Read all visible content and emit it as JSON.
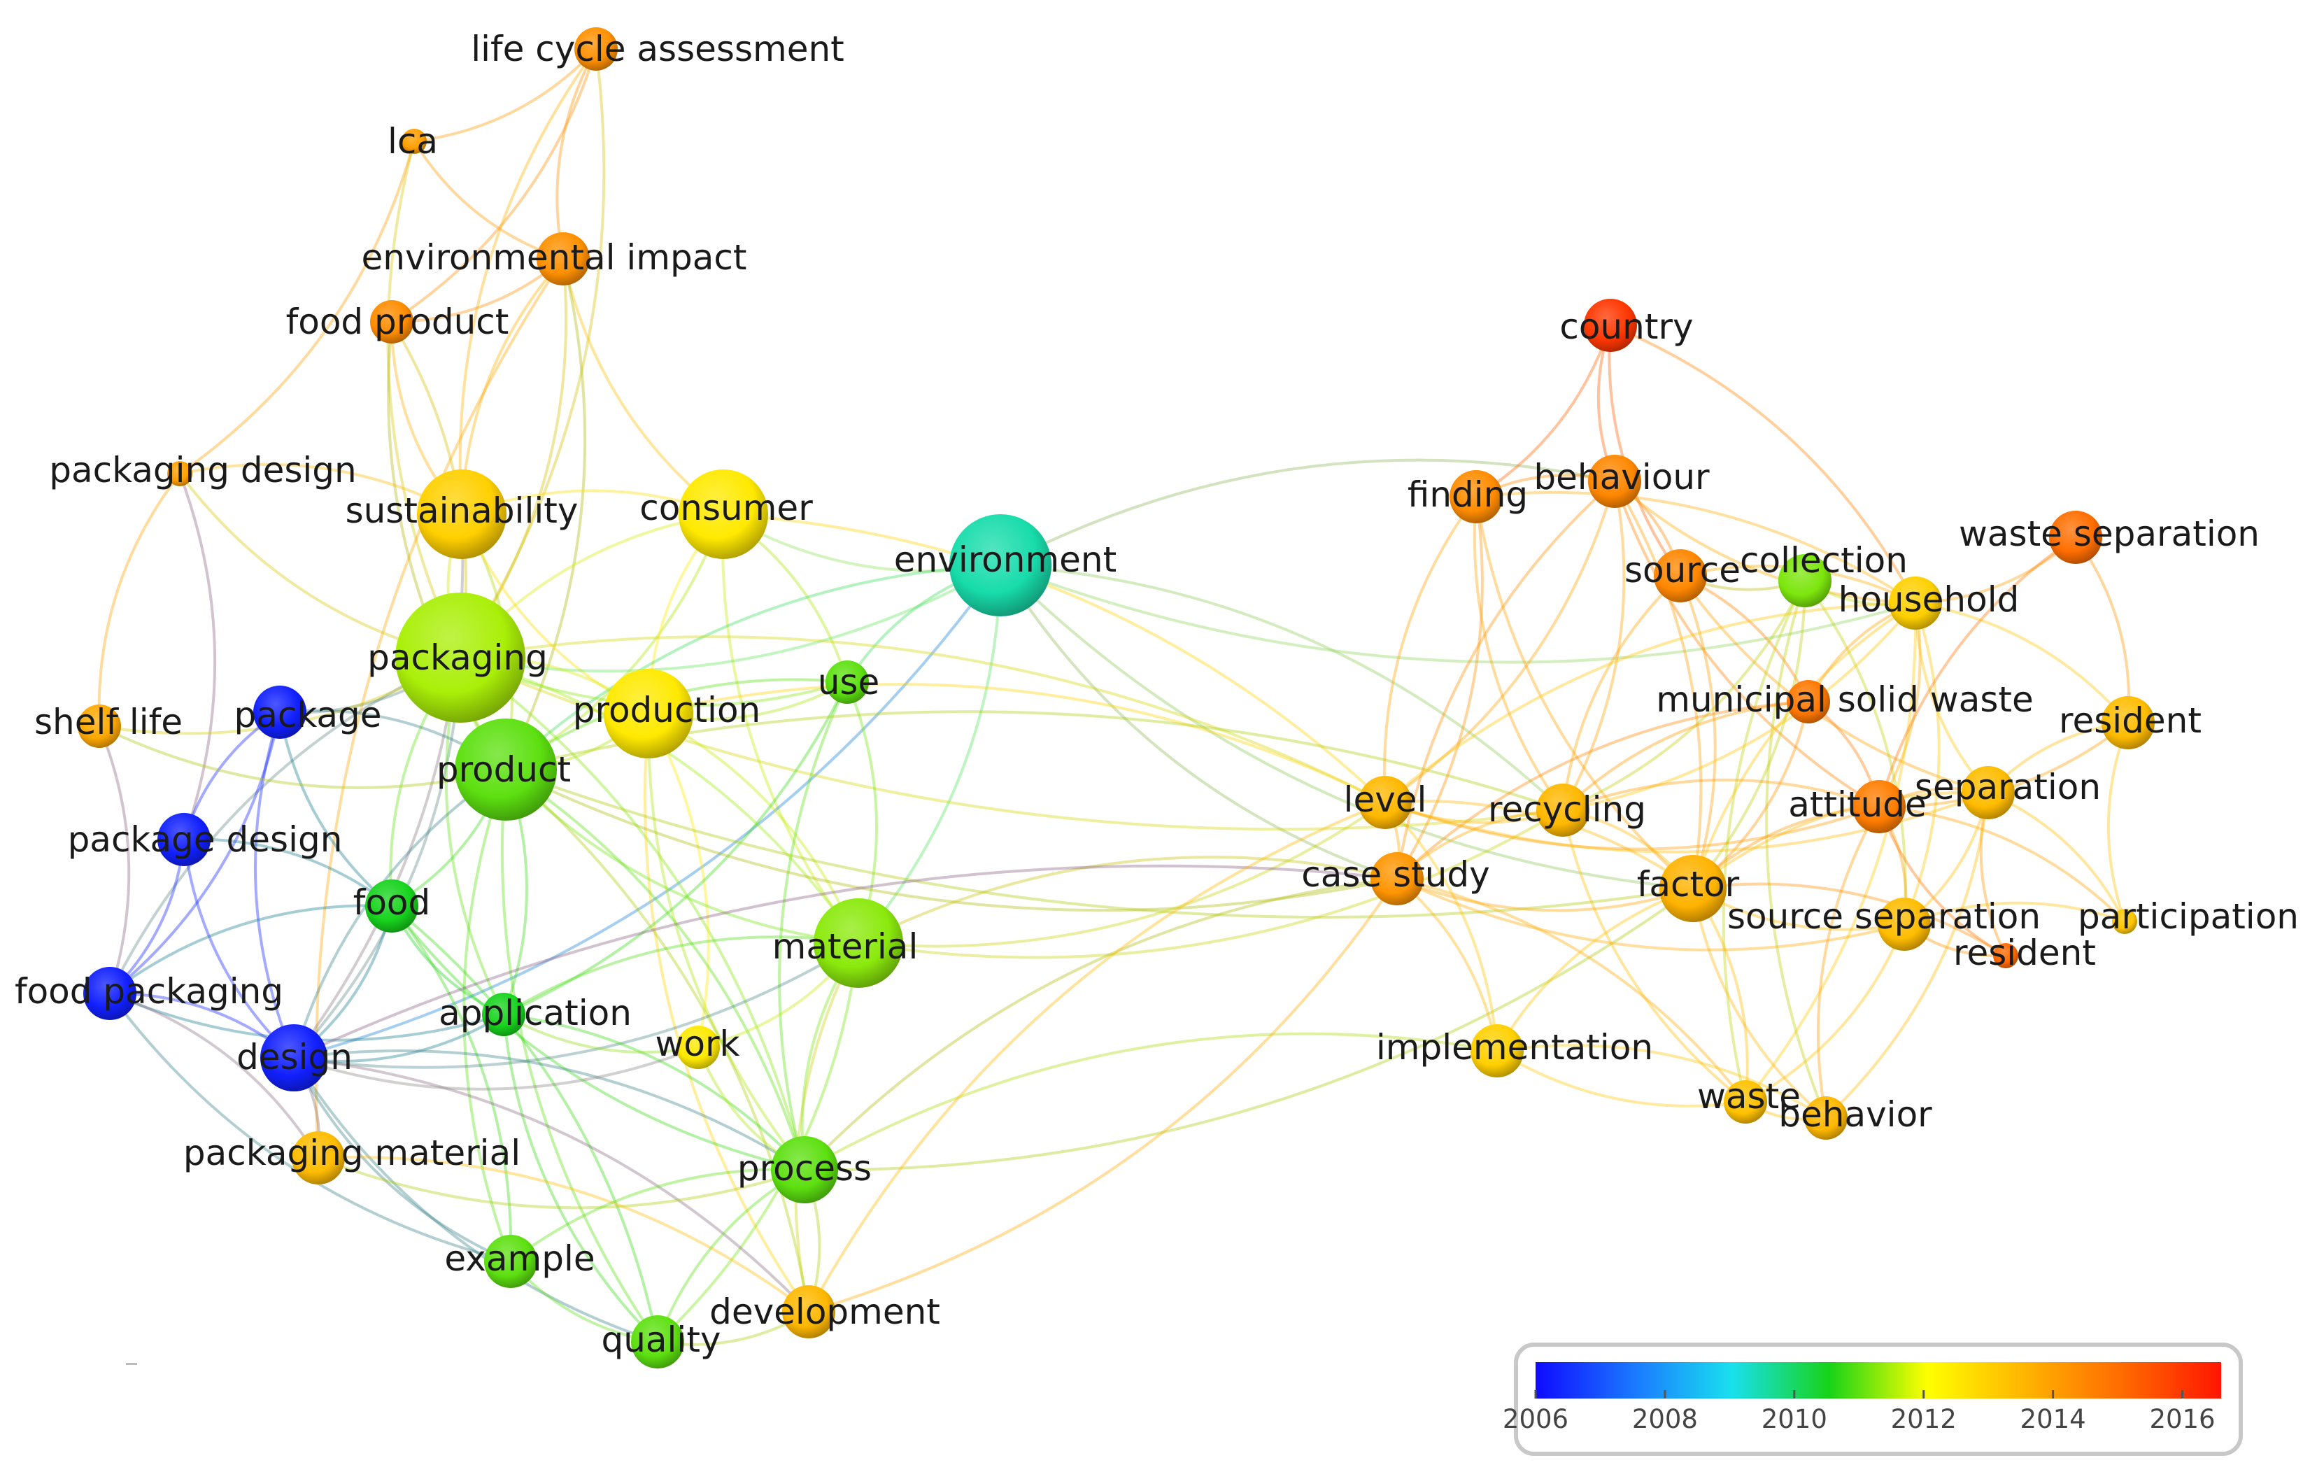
{
  "chart_data": {
    "type": "network",
    "nodes": [
      {
        "id": "life-cycle-assessment",
        "label": "life cycle assessment",
        "year": 2014.3,
        "weight": 3
      },
      {
        "id": "lca",
        "label": "lca",
        "year": 2014,
        "weight": 2
      },
      {
        "id": "environmental-impact",
        "label": "environmental impact",
        "year": 2014.3,
        "weight": 4
      },
      {
        "id": "food-product",
        "label": "food product",
        "year": 2014.4,
        "weight": 3
      },
      {
        "id": "packaging-design",
        "label": "packaging design",
        "year": 2014,
        "weight": 2
      },
      {
        "id": "sustainability",
        "label": "sustainability",
        "year": 2013,
        "weight": 6
      },
      {
        "id": "consumer",
        "label": "consumer",
        "year": 2012.5,
        "weight": 6
      },
      {
        "id": "environment",
        "label": "environment",
        "year": 2009.5,
        "weight": 7
      },
      {
        "id": "packaging",
        "label": "packaging",
        "year": 2011.5,
        "weight": 9
      },
      {
        "id": "package",
        "label": "package",
        "year": 2006.3,
        "weight": 4
      },
      {
        "id": "shelf-life",
        "label": "shelf life",
        "year": 2013.8,
        "weight": 3
      },
      {
        "id": "production",
        "label": "production",
        "year": 2012.5,
        "weight": 6
      },
      {
        "id": "use",
        "label": "use",
        "year": 2011,
        "weight": 3
      },
      {
        "id": "product",
        "label": "product",
        "year": 2011,
        "weight": 7
      },
      {
        "id": "package-design",
        "label": "package design",
        "year": 2006.3,
        "weight": 4
      },
      {
        "id": "food",
        "label": "food",
        "year": 2010.5,
        "weight": 4
      },
      {
        "id": "material",
        "label": "material",
        "year": 2011.3,
        "weight": 6
      },
      {
        "id": "food-packaging",
        "label": "food packaging",
        "year": 2006.3,
        "weight": 4
      },
      {
        "id": "application",
        "label": "application",
        "year": 2010.5,
        "weight": 3
      },
      {
        "id": "work",
        "label": "work",
        "year": 2012.5,
        "weight": 3
      },
      {
        "id": "design",
        "label": "design",
        "year": 2006.3,
        "weight": 5
      },
      {
        "id": "packaging-material",
        "label": "packaging material",
        "year": 2013.4,
        "weight": 4
      },
      {
        "id": "process",
        "label": "process",
        "year": 2011,
        "weight": 5
      },
      {
        "id": "example",
        "label": "example",
        "year": 2011,
        "weight": 4
      },
      {
        "id": "development",
        "label": "development",
        "year": 2013.5,
        "weight": 4
      },
      {
        "id": "quality",
        "label": "quality",
        "year": 2011,
        "weight": 4
      },
      {
        "id": "country",
        "label": "country",
        "year": 2016,
        "weight": 4
      },
      {
        "id": "finding",
        "label": "finding",
        "year": 2014.4,
        "weight": 4
      },
      {
        "id": "behaviour",
        "label": "behaviour",
        "year": 2014.5,
        "weight": 4
      },
      {
        "id": "source",
        "label": "source",
        "year": 2014.5,
        "weight": 4
      },
      {
        "id": "collection",
        "label": "collection",
        "year": 2011.2,
        "weight": 4
      },
      {
        "id": "household",
        "label": "household",
        "year": 2013,
        "weight": 4
      },
      {
        "id": "waste-separation",
        "label": "waste separation",
        "year": 2015,
        "weight": 4
      },
      {
        "id": "municipal-solid-waste",
        "label": "municipal solid waste",
        "year": 2014.8,
        "weight": 3
      },
      {
        "id": "resident-1",
        "label": "resident",
        "year": 2013.4,
        "weight": 4
      },
      {
        "id": "level",
        "label": "level",
        "year": 2013.5,
        "weight": 4
      },
      {
        "id": "recycling",
        "label": "recycling",
        "year": 2013.5,
        "weight": 4
      },
      {
        "id": "attitude",
        "label": "attitude",
        "year": 2014.7,
        "weight": 4
      },
      {
        "id": "separation",
        "label": "separation",
        "year": 2013.4,
        "weight": 4
      },
      {
        "id": "case-study",
        "label": "case study",
        "year": 2014.2,
        "weight": 4
      },
      {
        "id": "factor",
        "label": "factor",
        "year": 2013.6,
        "weight": 5
      },
      {
        "id": "source-separation",
        "label": "source separation",
        "year": 2013.4,
        "weight": 4
      },
      {
        "id": "participation",
        "label": "participation",
        "year": 2013.2,
        "weight": 2
      },
      {
        "id": "resident-2",
        "label": "resident",
        "year": 2015.1,
        "weight": 2
      },
      {
        "id": "implementation",
        "label": "implementation",
        "year": 2013,
        "weight": 4
      },
      {
        "id": "waste",
        "label": "waste",
        "year": 2013.3,
        "weight": 3
      },
      {
        "id": "behavior",
        "label": "behavior",
        "year": 2013.5,
        "weight": 3
      }
    ],
    "links": [
      [
        "lca",
        "life-cycle-assessment"
      ],
      [
        "environmental-impact",
        "life-cycle-assessment"
      ],
      [
        "food-product",
        "life-cycle-assessment"
      ],
      [
        "sustainability",
        "life-cycle-assessment"
      ],
      [
        "packaging",
        "life-cycle-assessment"
      ],
      [
        "packaging",
        "lca"
      ],
      [
        "lca",
        "environmental-impact"
      ],
      [
        "lca",
        "packaging-design"
      ],
      [
        "food-product",
        "environmental-impact"
      ],
      [
        "sustainability",
        "environmental-impact"
      ],
      [
        "packaging",
        "environmental-impact"
      ],
      [
        "consumer",
        "environmental-impact"
      ],
      [
        "product",
        "environmental-impact"
      ],
      [
        "packaging-material",
        "environmental-impact"
      ],
      [
        "food-product",
        "sustainability"
      ],
      [
        "food-product",
        "packaging"
      ],
      [
        "food-product",
        "product"
      ],
      [
        "packaging-design",
        "package-design"
      ],
      [
        "packaging-design",
        "shelf-life"
      ],
      [
        "packaging-design",
        "sustainability"
      ],
      [
        "packaging-design",
        "packaging"
      ],
      [
        "sustainability",
        "consumer"
      ],
      [
        "sustainability",
        "packaging"
      ],
      [
        "sustainability",
        "product"
      ],
      [
        "sustainability",
        "production"
      ],
      [
        "sustainability",
        "design"
      ],
      [
        "consumer",
        "packaging"
      ],
      [
        "consumer",
        "product"
      ],
      [
        "consumer",
        "production"
      ],
      [
        "consumer",
        "use"
      ],
      [
        "consumer",
        "environment"
      ],
      [
        "consumer",
        "level"
      ],
      [
        "consumer",
        "material"
      ],
      [
        "environment",
        "packaging"
      ],
      [
        "environment",
        "product"
      ],
      [
        "environment",
        "design"
      ],
      [
        "environment",
        "case-study"
      ],
      [
        "environment",
        "recycling"
      ],
      [
        "environment",
        "factor"
      ],
      [
        "environment",
        "behaviour"
      ],
      [
        "environment",
        "household"
      ],
      [
        "environment",
        "material"
      ],
      [
        "environment",
        "use"
      ],
      [
        "packaging",
        "package"
      ],
      [
        "packaging",
        "product"
      ],
      [
        "packaging",
        "production"
      ],
      [
        "packaging",
        "use"
      ],
      [
        "packaging",
        "material"
      ],
      [
        "packaging",
        "food"
      ],
      [
        "packaging",
        "design"
      ],
      [
        "packaging",
        "food-packaging"
      ],
      [
        "packaging",
        "process"
      ],
      [
        "packaging",
        "application"
      ],
      [
        "packaging",
        "shelf-life"
      ],
      [
        "packaging",
        "recycling"
      ],
      [
        "packaging",
        "level"
      ],
      [
        "package",
        "package-design"
      ],
      [
        "package",
        "food-packaging"
      ],
      [
        "package",
        "design"
      ],
      [
        "package",
        "product"
      ],
      [
        "package",
        "food"
      ],
      [
        "shelf-life",
        "food-packaging"
      ],
      [
        "shelf-life",
        "product"
      ],
      [
        "production",
        "product"
      ],
      [
        "production",
        "use"
      ],
      [
        "production",
        "material"
      ],
      [
        "production",
        "process"
      ],
      [
        "production",
        "work"
      ],
      [
        "production",
        "development"
      ],
      [
        "production",
        "level"
      ],
      [
        "use",
        "product"
      ],
      [
        "use",
        "material"
      ],
      [
        "use",
        "process"
      ],
      [
        "use",
        "application"
      ],
      [
        "product",
        "material"
      ],
      [
        "product",
        "food"
      ],
      [
        "product",
        "design"
      ],
      [
        "product",
        "process"
      ],
      [
        "product",
        "quality"
      ],
      [
        "product",
        "development"
      ],
      [
        "product",
        "example"
      ],
      [
        "product",
        "application"
      ],
      [
        "product",
        "case-study"
      ],
      [
        "product",
        "recycling"
      ],
      [
        "product",
        "factor"
      ],
      [
        "package-design",
        "food-packaging"
      ],
      [
        "package-design",
        "design"
      ],
      [
        "package-design",
        "food"
      ],
      [
        "food",
        "food-packaging"
      ],
      [
        "food",
        "design"
      ],
      [
        "food",
        "application"
      ],
      [
        "food",
        "quality"
      ],
      [
        "food",
        "process"
      ],
      [
        "food",
        "example"
      ],
      [
        "material",
        "process"
      ],
      [
        "material",
        "design"
      ],
      [
        "material",
        "development"
      ],
      [
        "material",
        "work"
      ],
      [
        "material",
        "application"
      ],
      [
        "material",
        "quality"
      ],
      [
        "material",
        "recycling"
      ],
      [
        "material",
        "case-study"
      ],
      [
        "material",
        "level"
      ],
      [
        "food-packaging",
        "design"
      ],
      [
        "food-packaging",
        "application"
      ],
      [
        "food-packaging",
        "packaging-material"
      ],
      [
        "food-packaging",
        "example"
      ],
      [
        "application",
        "design"
      ],
      [
        "application",
        "quality"
      ],
      [
        "application",
        "process"
      ],
      [
        "application",
        "work"
      ],
      [
        "design",
        "packaging-material"
      ],
      [
        "design",
        "example"
      ],
      [
        "design",
        "process"
      ],
      [
        "design",
        "quality"
      ],
      [
        "design",
        "development"
      ],
      [
        "design",
        "work"
      ],
      [
        "design",
        "case-study"
      ],
      [
        "packaging-material",
        "process"
      ],
      [
        "packaging-material",
        "development"
      ],
      [
        "process",
        "example"
      ],
      [
        "process",
        "development"
      ],
      [
        "process",
        "quality"
      ],
      [
        "process",
        "case-study"
      ],
      [
        "process",
        "factor"
      ],
      [
        "process",
        "implementation"
      ],
      [
        "example",
        "quality"
      ],
      [
        "development",
        "quality"
      ],
      [
        "development",
        "case-study"
      ],
      [
        "development",
        "level"
      ],
      [
        "work",
        "process"
      ],
      [
        "country",
        "finding"
      ],
      [
        "country",
        "behaviour"
      ],
      [
        "country",
        "household"
      ],
      [
        "country",
        "source"
      ],
      [
        "finding",
        "behaviour"
      ],
      [
        "finding",
        "level"
      ],
      [
        "finding",
        "case-study"
      ],
      [
        "finding",
        "factor"
      ],
      [
        "finding",
        "household"
      ],
      [
        "finding",
        "recycling"
      ],
      [
        "behaviour",
        "source"
      ],
      [
        "behaviour",
        "household"
      ],
      [
        "behaviour",
        "factor"
      ],
      [
        "behaviour",
        "attitude"
      ],
      [
        "behaviour",
        "level"
      ],
      [
        "behaviour",
        "case-study"
      ],
      [
        "behaviour",
        "recycling"
      ],
      [
        "source",
        "collection"
      ],
      [
        "source",
        "household"
      ],
      [
        "source",
        "separation"
      ],
      [
        "source",
        "factor"
      ],
      [
        "source",
        "recycling"
      ],
      [
        "source",
        "municipal-solid-waste"
      ],
      [
        "collection",
        "household"
      ],
      [
        "collection",
        "recycling"
      ],
      [
        "collection",
        "waste"
      ],
      [
        "collection",
        "factor"
      ],
      [
        "collection",
        "behavior"
      ],
      [
        "collection",
        "source-separation"
      ],
      [
        "household",
        "waste-separation"
      ],
      [
        "household",
        "attitude"
      ],
      [
        "household",
        "separation"
      ],
      [
        "household",
        "resident-1"
      ],
      [
        "household",
        "factor"
      ],
      [
        "household",
        "recycling"
      ],
      [
        "household",
        "level"
      ],
      [
        "household",
        "waste"
      ],
      [
        "household",
        "municipal-solid-waste"
      ],
      [
        "household",
        "source-separation"
      ],
      [
        "waste-separation",
        "attitude"
      ],
      [
        "waste-separation",
        "resident-1"
      ],
      [
        "municipal-solid-waste",
        "recycling"
      ],
      [
        "municipal-solid-waste",
        "factor"
      ],
      [
        "municipal-solid-waste",
        "case-study"
      ],
      [
        "municipal-solid-waste",
        "attitude"
      ],
      [
        "resident-1",
        "separation"
      ],
      [
        "resident-1",
        "attitude"
      ],
      [
        "resident-1",
        "participation"
      ],
      [
        "level",
        "case-study"
      ],
      [
        "level",
        "recycling"
      ],
      [
        "level",
        "factor"
      ],
      [
        "level",
        "attitude"
      ],
      [
        "level",
        "implementation"
      ],
      [
        "level",
        "separation"
      ],
      [
        "recycling",
        "factor"
      ],
      [
        "recycling",
        "case-study"
      ],
      [
        "recycling",
        "attitude"
      ],
      [
        "recycling",
        "waste"
      ],
      [
        "attitude",
        "separation"
      ],
      [
        "attitude",
        "factor"
      ],
      [
        "attitude",
        "source-separation"
      ],
      [
        "attitude",
        "resident-2"
      ],
      [
        "attitude",
        "participation"
      ],
      [
        "attitude",
        "behavior"
      ],
      [
        "separation",
        "source-separation"
      ],
      [
        "separation",
        "factor"
      ],
      [
        "separation",
        "participation"
      ],
      [
        "separation",
        "resident-2"
      ],
      [
        "separation",
        "behavior"
      ],
      [
        "case-study",
        "factor"
      ],
      [
        "case-study",
        "implementation"
      ],
      [
        "case-study",
        "source-separation"
      ],
      [
        "case-study",
        "waste"
      ],
      [
        "factor",
        "source-separation"
      ],
      [
        "factor",
        "waste"
      ],
      [
        "factor",
        "behavior"
      ],
      [
        "factor",
        "resident-2"
      ],
      [
        "factor",
        "implementation"
      ],
      [
        "source-separation",
        "participation"
      ],
      [
        "source-separation",
        "resident-2"
      ],
      [
        "source-separation",
        "waste"
      ],
      [
        "implementation",
        "waste"
      ],
      [
        "implementation",
        "behavior"
      ],
      [
        "waste",
        "behavior"
      ]
    ],
    "color_scale": {
      "min": 2006,
      "max": 2016.6,
      "stops": [
        "#0f0aff",
        "#1a78ff",
        "#19e0ee",
        "#17d317",
        "#ffff00",
        "#ffb400",
        "#ff6a00",
        "#ff1600"
      ],
      "ticks": [
        "2006",
        "2008",
        "2010",
        "2012",
        "2014",
        "2016"
      ]
    }
  }
}
